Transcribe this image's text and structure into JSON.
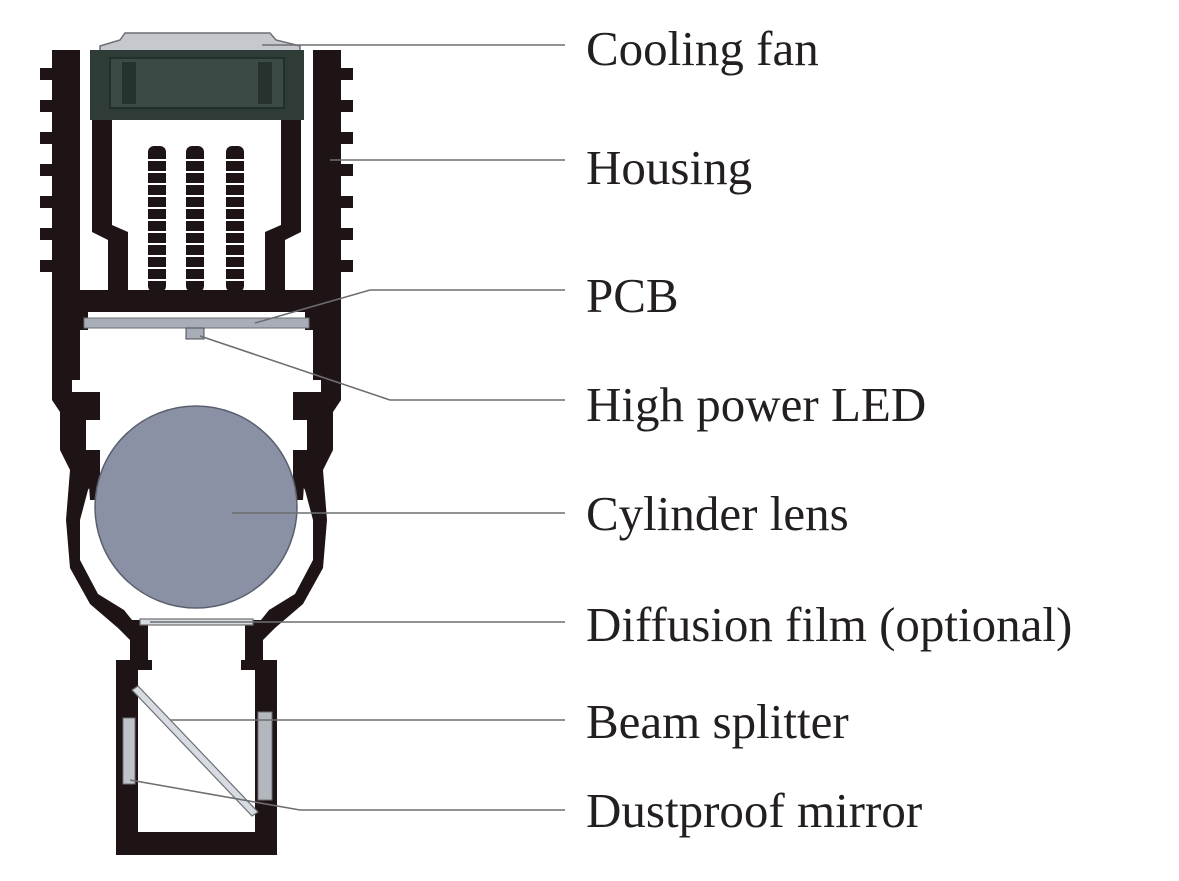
{
  "diagram": {
    "labels": {
      "cooling_fan": "Cooling fan",
      "housing": "Housing",
      "pcb": "PCB",
      "high_power_led": "High power LED",
      "cylinder_lens": "Cylinder lens",
      "diffusion_film": "Diffusion film (optional)",
      "beam_splitter": "Beam splitter",
      "dustproof_mirror": "Dustproof mirror"
    },
    "colors": {
      "housing": "#1e1416",
      "fan": "#2f3b37",
      "fan_frame": "#a4a8ad",
      "lens": "#8b91a5",
      "pcb": "#a9adb8",
      "glass": "#d7dbe2",
      "leader": "#6d6e71",
      "text": "#231f20"
    }
  }
}
